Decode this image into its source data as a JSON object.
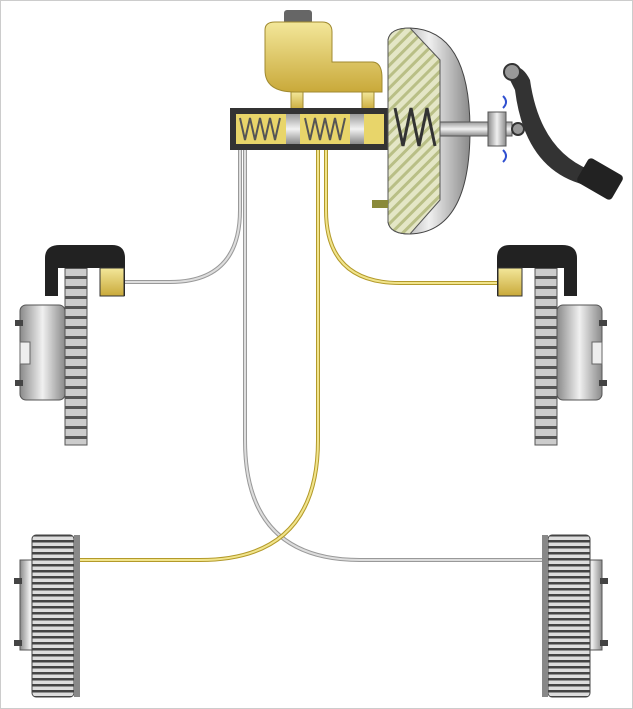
{
  "diagram": {
    "components": [
      "master-cylinder",
      "brake-fluid-reservoir",
      "brake-booster",
      "brake-pedal",
      "front-left-disc-brake",
      "front-right-disc-brake",
      "rear-left-drum-brake",
      "rear-right-drum-brake"
    ],
    "lines": [
      {
        "from": "master-cylinder",
        "to": "front-left-disc-brake",
        "color": "#b5b5b5"
      },
      {
        "from": "master-cylinder",
        "to": "front-right-disc-brake",
        "color": "#e0d070"
      },
      {
        "from": "master-cylinder",
        "to": "rear-right-drum-brake",
        "color": "#b5b5b5"
      },
      {
        "from": "master-cylinder",
        "to": "rear-left-drum-brake",
        "color": "#e0d070"
      }
    ]
  },
  "colors": {
    "fluid_yellow": "#e8d56a",
    "metal_gray": "#b8b8b8",
    "dark_outline": "#333333",
    "hatch_green": "#c9cf9a",
    "border": "#cccccc"
  }
}
